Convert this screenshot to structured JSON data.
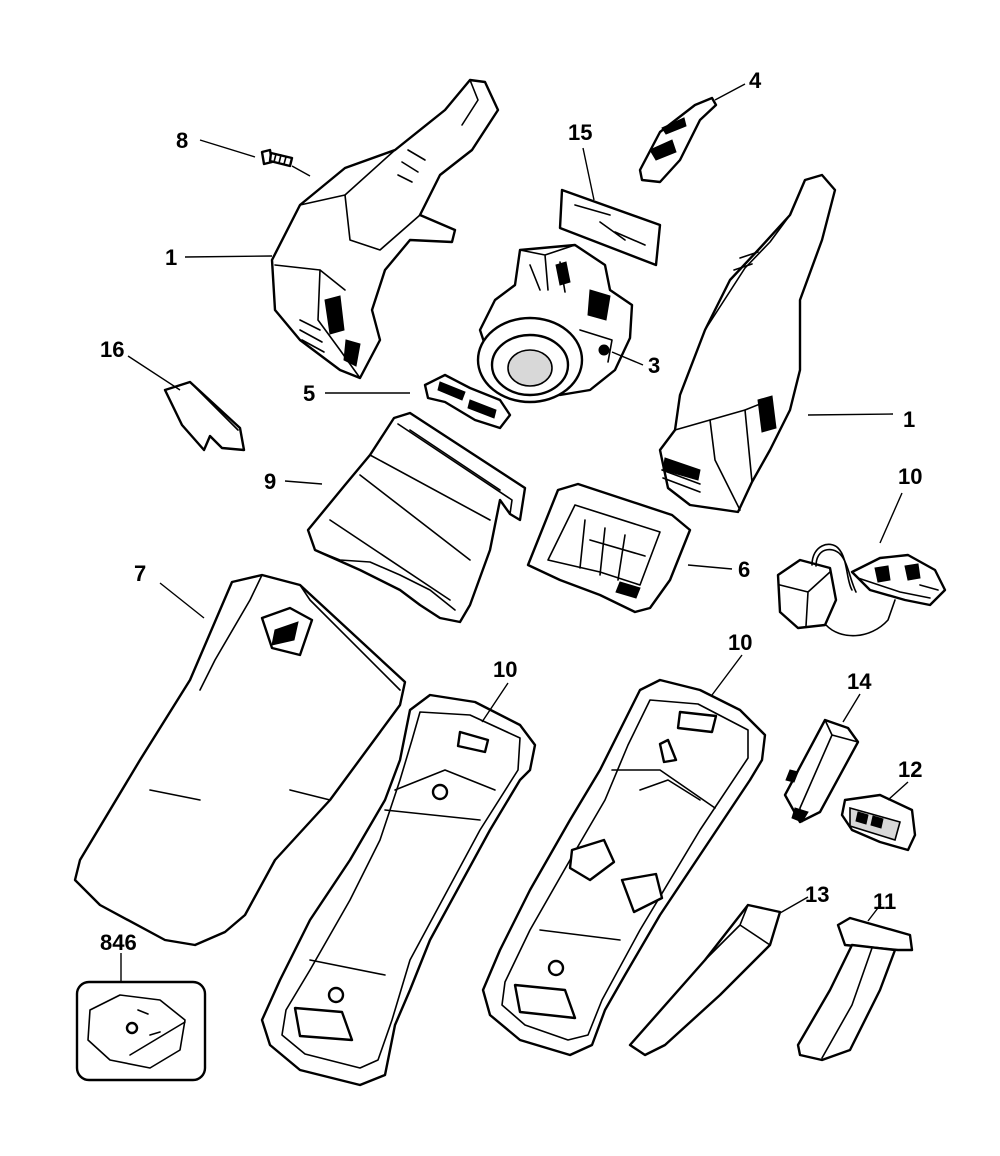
{
  "callouts": {
    "c1a": "1",
    "c1b": "1",
    "c3": "3",
    "c4": "4",
    "c5": "5",
    "c6": "6",
    "c7": "7",
    "c8": "8",
    "c9": "9",
    "c10a": "10",
    "c10b": "10",
    "c10c": "10",
    "c11": "11",
    "c12": "12",
    "c13": "13",
    "c14": "14",
    "c15": "15",
    "c16": "16",
    "c846": "846"
  }
}
